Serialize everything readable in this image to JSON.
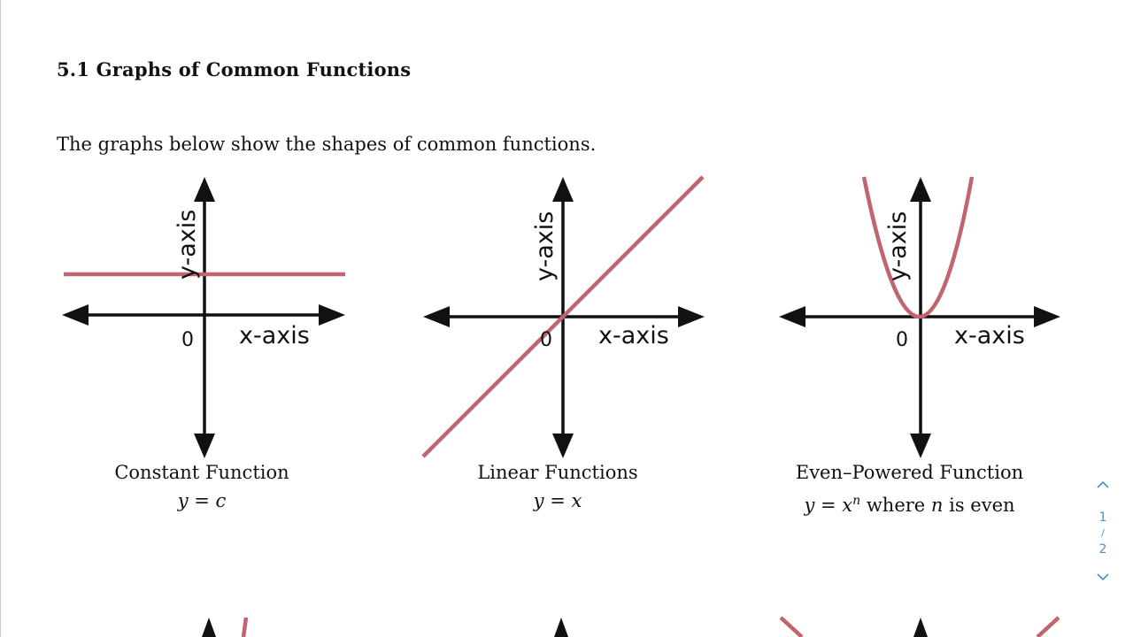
{
  "section": {
    "title": "5.1 Graphs of Common Functions",
    "intro": "The graphs below show the shapes of common functions."
  },
  "axes": {
    "x_label": "x-axis",
    "y_label": "y-axis",
    "origin": "0"
  },
  "graphs": [
    {
      "name": "Constant Function",
      "formula_y": "y",
      "formula_eq": " = ",
      "formula_rhs": "c",
      "formula_rhs_plain": "",
      "formula_n": "",
      "formula_tail": ""
    },
    {
      "name": "Linear Functions",
      "formula_y": "y",
      "formula_eq": " = ",
      "formula_rhs": "x",
      "formula_rhs_plain": "",
      "formula_n": "",
      "formula_tail": ""
    },
    {
      "name": "Even–Powered Function",
      "formula_y": "y",
      "formula_eq": " = ",
      "formula_rhs": "x",
      "formula_sup": "n",
      "formula_rhs_plain": " where ",
      "formula_n": "n",
      "formula_tail": " is even"
    }
  ],
  "pager": {
    "current": "1",
    "separator": "/",
    "total": "2"
  },
  "colors": {
    "curve": "#c06470",
    "axis": "#111111",
    "pager": "#4a90c4"
  }
}
